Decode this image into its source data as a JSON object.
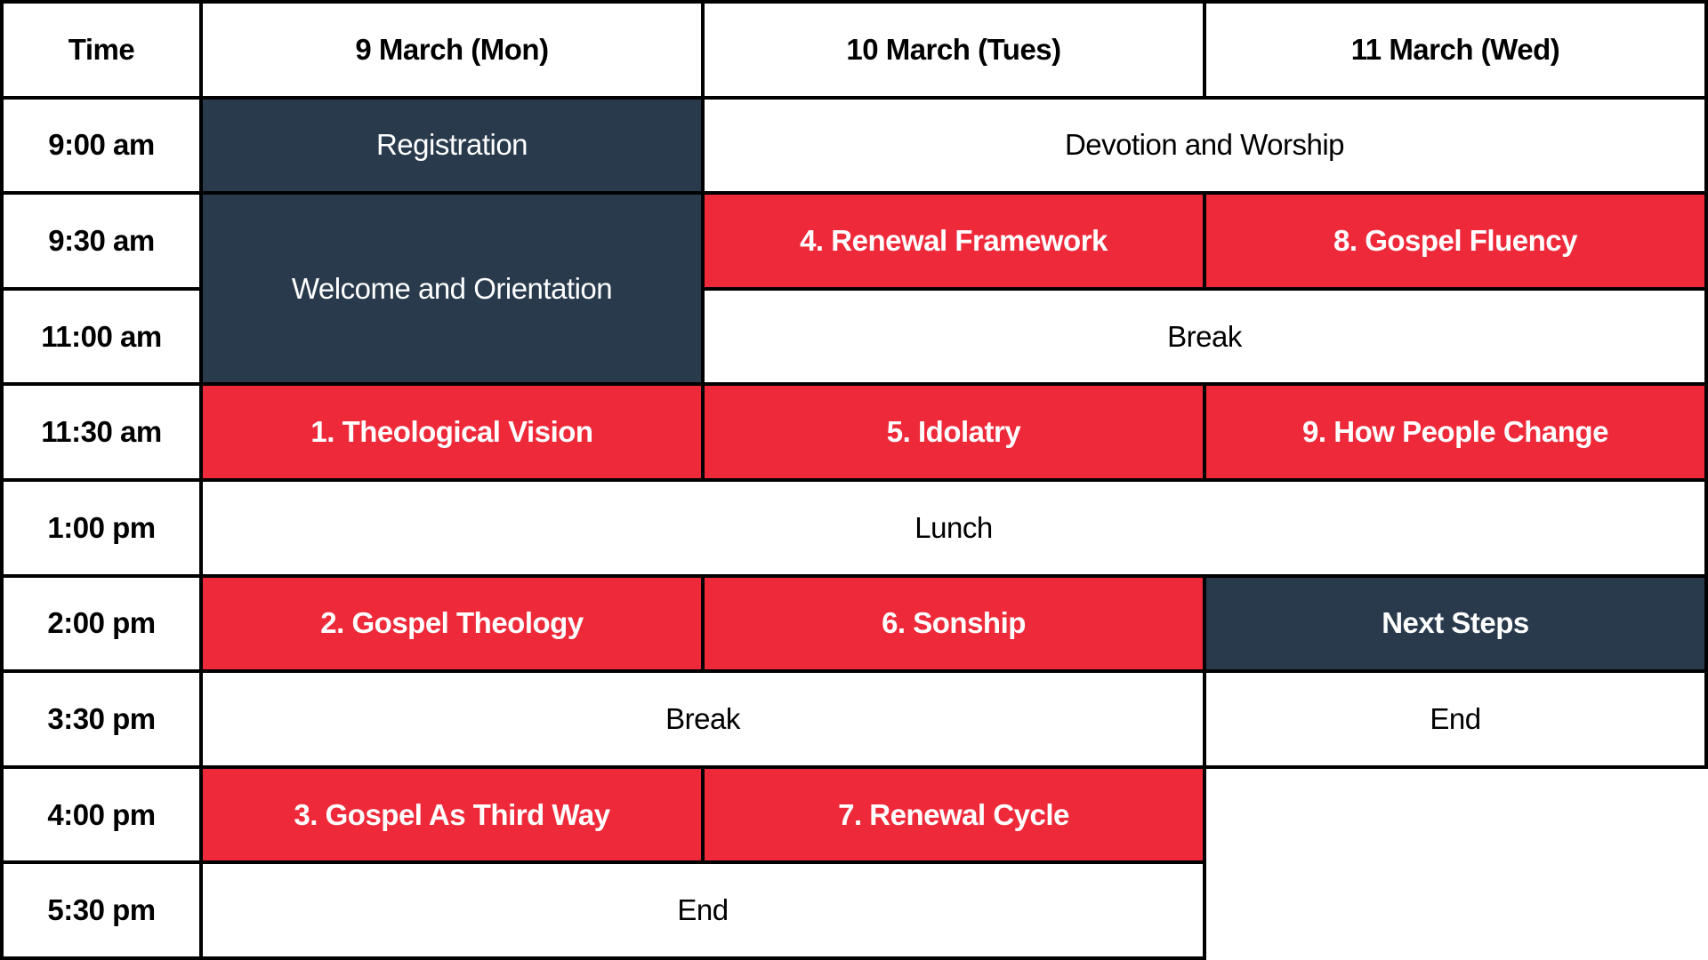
{
  "header": {
    "time": "Time",
    "days": [
      "9 March (Mon)",
      "10 March (Tues)",
      "11 March (Wed)"
    ]
  },
  "times": [
    "9:00 am",
    "9:30 am",
    "11:00 am",
    "11:30 am",
    "1:00 pm",
    "2:00 pm",
    "3:30 pm",
    "4:00 pm",
    "5:30 pm"
  ],
  "sessions": {
    "registration": "Registration",
    "devotion": "Devotion and Worship",
    "welcome": "Welcome and Orientation",
    "s4": "4. Renewal Framework",
    "s8": "8. Gospel Fluency",
    "break1": "Break",
    "s1": "1. Theological Vision",
    "s5": "5. Idolatry",
    "s9": "9. How People Change",
    "lunch": "Lunch",
    "s2": "2. Gospel Theology",
    "s6": "6. Sonship",
    "next": "Next Steps",
    "break2": "Break",
    "end_wed": "End",
    "s3": "3. Gospel As Third Way",
    "s7": "7. Renewal Cycle",
    "end": "End"
  },
  "colors": {
    "dark": "#283a4c",
    "red": "#ee2a3a"
  }
}
